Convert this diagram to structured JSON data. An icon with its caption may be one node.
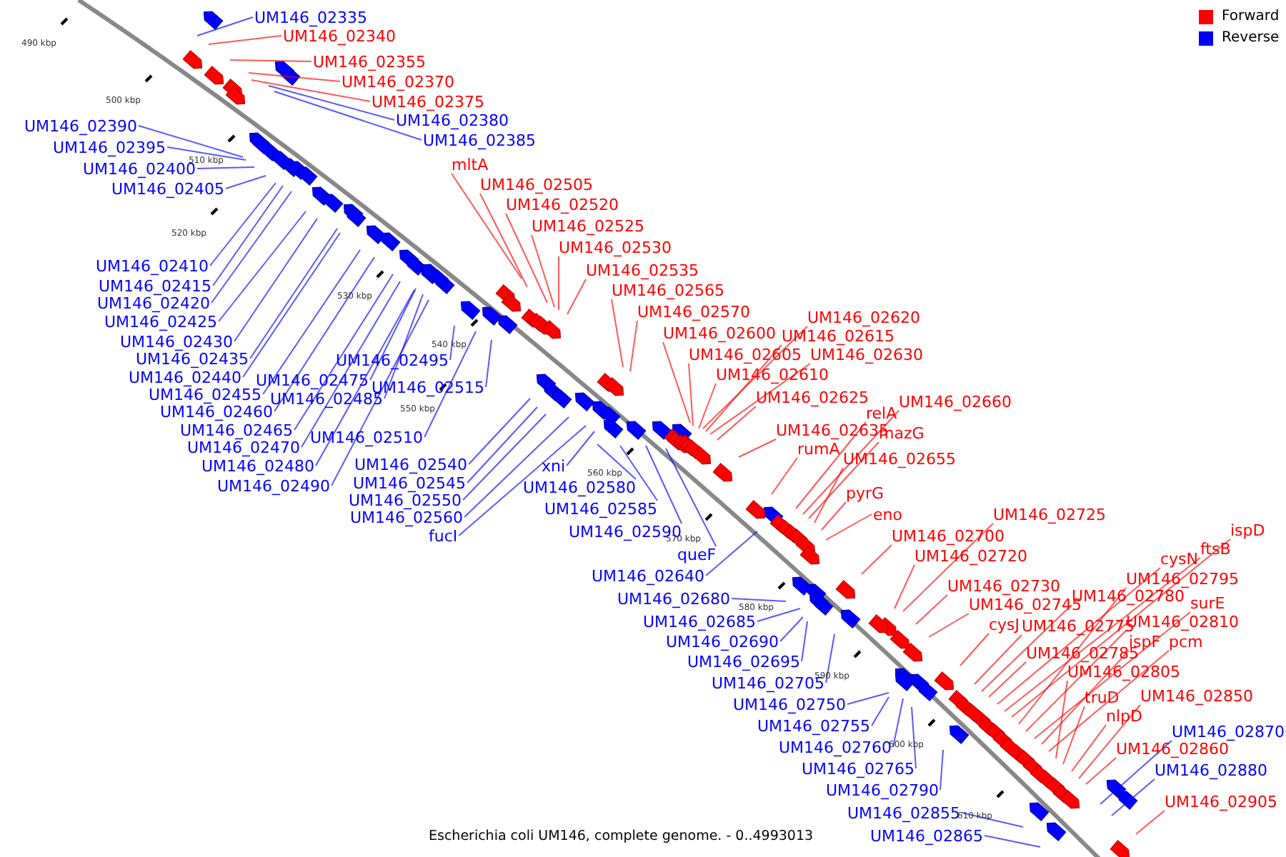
{
  "diagram": {
    "caption": "Escherichia coli UM146, complete genome. - 0..4993013",
    "nodes": [
      {
        "text": [
          "UM146_02335"
        ]
      },
      {
        "text": [
          "UM146_02340"
        ]
      },
      {
        "text": [
          "UM146_02355"
        ]
      },
      {
        "text": [
          "UM146_02370"
        ]
      },
      {
        "text": [
          "UM146_02375"
        ]
      },
      {
        "text": [
          "UM146_02380"
        ]
      },
      {
        "text": [
          "UM146_02385"
        ]
      },
      {
        "text": [
          "UM146_02390"
        ]
      },
      {
        "text": [
          "UM146_02395"
        ]
      },
      {
        "text": [
          "UM146_02400"
        ]
      },
      {
        "text": [
          "UM146_02405"
        ]
      },
      {
        "text": [
          "UM146_02410"
        ]
      },
      {
        "text": [
          "UM146_02415"
        ]
      },
      {
        "text": [
          "UM146_02420"
        ]
      },
      {
        "text": [
          "UM146_02425"
        ]
      },
      {
        "text": [
          "UM146_02430"
        ]
      },
      {
        "text": [
          "UM146_02435"
        ]
      },
      {
        "text": [
          "UM146_02440"
        ]
      },
      {
        "text": [
          "UM146_02455"
        ]
      },
      {
        "text": [
          "UM146_02460"
        ]
      },
      {
        "text": [
          "UM146_02465"
        ]
      },
      {
        "text": [
          "UM146_02470"
        ]
      },
      {
        "text": [
          "UM146_02480"
        ]
      },
      {
        "text": [
          "UM146_02490"
        ]
      },
      {
        "text": [
          "UM146_02475"
        ]
      },
      {
        "text": [
          "UM146_02485"
        ]
      },
      {
        "text": [
          "UM146_02495"
        ]
      },
      {
        "text": [
          "UM146_02510"
        ]
      },
      {
        "text": [
          "UM146_02515"
        ]
      },
      {
        "text": [
          "UM146_02540"
        ]
      },
      {
        "text": [
          "UM146_02545"
        ]
      },
      {
        "text": [
          "UM146_02550"
        ]
      },
      {
        "text": [
          "UM146_02560"
        ]
      },
      {
        "text": [
          "fucI"
        ]
      },
      {
        "text": [
          "xni"
        ]
      },
      {
        "text": [
          "UM146_02580"
        ]
      },
      {
        "text": [
          "UM146_02585"
        ]
      },
      {
        "text": [
          "UM146_02590"
        ]
      },
      {
        "text": [
          "queF"
        ]
      },
      {
        "text": [
          "UM146_02640"
        ]
      },
      {
        "text": [
          "UM146_02680"
        ]
      },
      {
        "text": [
          "UM146_02685"
        ]
      },
      {
        "text": [
          "UM146_02690"
        ]
      },
      {
        "text": [
          "UM146_02695"
        ]
      },
      {
        "text": [
          "UM146_02705"
        ]
      },
      {
        "text": [
          "UM146_02750"
        ]
      },
      {
        "text": [
          "UM146_02755"
        ]
      },
      {
        "text": [
          "UM146_02760"
        ]
      },
      {
        "text": [
          "UM146_02765"
        ]
      },
      {
        "text": [
          "UM146_02790"
        ]
      },
      {
        "text": [
          "UM146_02855"
        ]
      },
      {
        "text": [
          "UM146_02865"
        ]
      },
      {
        "text": [
          "mltA"
        ]
      },
      {
        "text": [
          "UM146_02505"
        ]
      },
      {
        "text": [
          "UM146_02520"
        ]
      },
      {
        "text": [
          "UM146_02525"
        ]
      },
      {
        "text": [
          "UM146_02530"
        ]
      },
      {
        "text": [
          "UM146_02535"
        ]
      },
      {
        "text": [
          "UM146_02565"
        ]
      },
      {
        "text": [
          "UM146_02570"
        ]
      },
      {
        "text": [
          "UM146_02600"
        ]
      },
      {
        "text": [
          "UM146_02605"
        ]
      },
      {
        "text": [
          "UM146_02610"
        ]
      },
      {
        "text": [
          "UM146_02620"
        ]
      },
      {
        "text": [
          "UM146_02615"
        ]
      },
      {
        "text": [
          "UM146_02630"
        ]
      },
      {
        "text": [
          "UM146_02625"
        ]
      },
      {
        "text": [
          "UM146_02635"
        ]
      },
      {
        "text": [
          "relA"
        ]
      },
      {
        "text": [
          "UM146_02660"
        ]
      },
      {
        "text": [
          "mazG"
        ]
      },
      {
        "text": [
          "rumA"
        ]
      },
      {
        "text": [
          "UM146_02655"
        ]
      },
      {
        "text": [
          "pyrG"
        ]
      },
      {
        "text": [
          "eno"
        ]
      },
      {
        "text": [
          "UM146_02700"
        ]
      },
      {
        "text": [
          "UM146_02725"
        ]
      },
      {
        "text": [
          "UM146_02720"
        ]
      },
      {
        "text": [
          "UM146_02730"
        ]
      },
      {
        "text": [
          "UM146_02745"
        ]
      },
      {
        "text": [
          "cysJ"
        ]
      },
      {
        "text": [
          "UM146_02775"
        ]
      },
      {
        "text": [
          "UM146_02780"
        ]
      },
      {
        "text": [
          "cysN"
        ]
      },
      {
        "text": [
          "ftsB"
        ]
      },
      {
        "text": [
          "ispD"
        ]
      },
      {
        "text": [
          "UM146_02795"
        ]
      },
      {
        "text": [
          "surE"
        ]
      },
      {
        "text": [
          "UM146_02810"
        ]
      },
      {
        "text": [
          "ispF"
        ]
      },
      {
        "text": [
          "pcm"
        ]
      },
      {
        "text": [
          "UM146_02785"
        ]
      },
      {
        "text": [
          "UM146_02805"
        ]
      },
      {
        "text": [
          "truD"
        ]
      },
      {
        "text": [
          "nlpD"
        ]
      },
      {
        "text": [
          "UM146_02850"
        ]
      },
      {
        "text": [
          "UM146_02860"
        ]
      },
      {
        "text": [
          "UM146_02870"
        ]
      },
      {
        "text": [
          "UM146_02880"
        ]
      },
      {
        "text": [
          "UM146_02905"
        ]
      }
    ],
    "edges": [
      {
        "from": 0,
        "to": null,
        "arrow": "none"
      },
      {
        "from": 1,
        "to": null,
        "arrow": "none",
        "color": "#ff0000"
      },
      {
        "from": 2,
        "to": null,
        "arrow": "none",
        "color": "#ff0000"
      },
      {
        "from": 3,
        "to": null,
        "arrow": "none",
        "color": "#ff0000"
      },
      {
        "from": 4,
        "to": null,
        "arrow": "none",
        "color": "#ff0000"
      },
      {
        "from": 5,
        "to": null,
        "arrow": "none"
      },
      {
        "from": 6,
        "to": null,
        "arrow": "none"
      },
      {
        "from": 7,
        "to": null,
        "arrow": "none"
      },
      {
        "from": 8,
        "to": null,
        "arrow": "none"
      },
      {
        "from": 9,
        "to": null,
        "arrow": "none"
      },
      {
        "from": 10,
        "to": null,
        "arrow": "none"
      },
      {
        "from": 11,
        "to": null,
        "arrow": "none"
      },
      {
        "from": 12,
        "to": null,
        "arrow": "none"
      },
      {
        "from": 13,
        "to": null,
        "arrow": "none"
      },
      {
        "from": 14,
        "to": null,
        "arrow": "none"
      },
      {
        "from": 15,
        "to": null,
        "arrow": "none"
      },
      {
        "from": 16,
        "to": null,
        "arrow": "none"
      },
      {
        "from": 17,
        "to": null,
        "arrow": "none"
      },
      {
        "from": 18,
        "to": null,
        "arrow": "none"
      },
      {
        "from": 19,
        "to": null,
        "arrow": "none"
      },
      {
        "from": 20,
        "to": null,
        "arrow": "none"
      },
      {
        "from": 21,
        "to": null,
        "arrow": "none"
      },
      {
        "from": 22,
        "to": null,
        "arrow": "none"
      },
      {
        "from": 23,
        "to": null,
        "arrow": "none"
      },
      {
        "from": 24,
        "to": null,
        "arrow": "none"
      },
      {
        "from": 25,
        "to": null,
        "arrow": "none"
      },
      {
        "from": 26,
        "to": null,
        "arrow": "none"
      },
      {
        "from": 27,
        "to": null,
        "arrow": "none"
      },
      {
        "from": 28,
        "to": null,
        "arrow": "none"
      },
      {
        "from": 29,
        "to": null,
        "arrow": "none"
      },
      {
        "from": 30,
        "to": null,
        "arrow": "none"
      },
      {
        "from": 31,
        "to": null,
        "arrow": "none"
      },
      {
        "from": 32,
        "to": null,
        "arrow": "none"
      },
      {
        "from": 33,
        "to": null,
        "arrow": "none"
      },
      {
        "from": 34,
        "to": null,
        "arrow": "none"
      },
      {
        "from": 35,
        "to": null,
        "arrow": "none"
      },
      {
        "from": 36,
        "to": null,
        "arrow": "none"
      },
      {
        "from": 37,
        "to": null,
        "arrow": "none"
      },
      {
        "from": 38,
        "to": null,
        "arrow": "none"
      },
      {
        "from": 39,
        "to": null,
        "arrow": "none"
      },
      {
        "from": 40,
        "to": null,
        "arrow": "none"
      },
      {
        "from": 41,
        "to": null,
        "arrow": "none"
      },
      {
        "from": 42,
        "to": null,
        "arrow": "none"
      },
      {
        "from": 43,
        "to": null,
        "arrow": "none"
      },
      {
        "from": 44,
        "to": null,
        "arrow": "none"
      },
      {
        "from": 45,
        "to": null,
        "arrow": "none"
      },
      {
        "from": 46,
        "to": null,
        "arrow": "none"
      },
      {
        "from": 47,
        "to": null,
        "arrow": "none"
      },
      {
        "from": 48,
        "to": null,
        "arrow": "none"
      },
      {
        "from": 49,
        "to": null,
        "arrow": "none"
      },
      {
        "from": 50,
        "to": null,
        "arrow": "none"
      },
      {
        "from": 51,
        "to": null,
        "arrow": "none"
      },
      {
        "from": 52,
        "to": null,
        "arrow": "none",
        "color": "#ff0000"
      },
      {
        "from": 53,
        "to": null,
        "arrow": "none",
        "color": "#ff0000"
      },
      {
        "from": 54,
        "to": null,
        "arrow": "none",
        "color": "#ff0000"
      },
      {
        "from": 55,
        "to": null,
        "arrow": "none",
        "color": "#ff0000"
      },
      {
        "from": 56,
        "to": null,
        "arrow": "none",
        "color": "#ff0000"
      },
      {
        "from": 57,
        "to": null,
        "arrow": "none",
        "color": "#ff0000"
      },
      {
        "from": 58,
        "to": null,
        "arrow": "none",
        "color": "#ff0000"
      },
      {
        "from": 59,
        "to": null,
        "arrow": "none",
        "color": "#ff0000"
      },
      {
        "from": 60,
        "to": null,
        "arrow": "none",
        "color": "#ff0000"
      },
      {
        "from": 61,
        "to": null,
        "arrow": "none",
        "color": "#ff0000"
      },
      {
        "from": 62,
        "to": null,
        "arrow": "none",
        "color": "#ff0000"
      },
      {
        "from": 63,
        "to": null,
        "arrow": "none",
        "color": "#ff0000"
      },
      {
        "from": 64,
        "to": null,
        "arrow": "none",
        "color": "#ff0000"
      },
      {
        "from": 65,
        "to": null,
        "arrow": "none",
        "color": "#ff0000"
      },
      {
        "from": 66,
        "to": null,
        "arrow": "none",
        "color": "#ff0000"
      },
      {
        "from": 67,
        "to": null,
        "arrow": "none",
        "color": "#ff0000"
      },
      {
        "from": 68,
        "to": null,
        "arrow": "none",
        "color": "#ff0000"
      },
      {
        "from": 69,
        "to": null,
        "arrow": "none",
        "color": "#ff0000"
      },
      {
        "from": 70,
        "to": null,
        "arrow": "none",
        "color": "#ff0000"
      },
      {
        "from": 71,
        "to": null,
        "arrow": "none",
        "color": "#ff0000"
      },
      {
        "from": 72,
        "to": null,
        "arrow": "none",
        "color": "#ff0000"
      },
      {
        "from": 73,
        "to": null,
        "arrow": "none",
        "color": "#ff0000"
      },
      {
        "from": 74,
        "to": null,
        "arrow": "none",
        "color": "#ff0000"
      },
      {
        "from": 75,
        "to": null,
        "arrow": "none",
        "color": "#ff0000"
      },
      {
        "from": 76,
        "to": null,
        "arrow": "none",
        "color": "#ff0000"
      },
      {
        "from": 77,
        "to": null,
        "arrow": "none",
        "color": "#ff0000"
      },
      {
        "from": 78,
        "to": null,
        "arrow": "none",
        "color": "#ff0000"
      },
      {
        "from": 79,
        "to": null,
        "arrow": "none",
        "color": "#ff0000"
      },
      {
        "from": 80,
        "to": null,
        "arrow": "none",
        "color": "#ff0000"
      },
      {
        "from": 81,
        "to": null,
        "arrow": "none",
        "color": "#ff0000"
      },
      {
        "from": 82,
        "to": null,
        "arrow": "none",
        "color": "#ff0000"
      },
      {
        "from": 83,
        "to": null,
        "arrow": "none",
        "color": "#ff0000"
      },
      {
        "from": 84,
        "to": null,
        "arrow": "none",
        "color": "#ff0000"
      },
      {
        "from": 85,
        "to": null,
        "arrow": "none",
        "color": "#ff0000"
      },
      {
        "from": 86,
        "to": null,
        "arrow": "none",
        "color": "#ff0000"
      },
      {
        "from": 87,
        "to": null,
        "arrow": "none",
        "color": "#ff0000"
      },
      {
        "from": 88,
        "to": null,
        "arrow": "none",
        "color": "#ff0000"
      },
      {
        "from": 89,
        "to": null,
        "arrow": "none",
        "color": "#ff0000"
      },
      {
        "from": 90,
        "to": null,
        "arrow": "none",
        "color": "#ff0000"
      },
      {
        "from": 91,
        "to": null,
        "arrow": "none",
        "color": "#ff0000"
      },
      {
        "from": 92,
        "to": null,
        "arrow": "none",
        "color": "#ff0000"
      },
      {
        "from": 93,
        "to": null,
        "arrow": "none",
        "color": "#ff0000"
      },
      {
        "from": 94,
        "to": null,
        "arrow": "none",
        "color": "#ff0000"
      },
      {
        "from": 95,
        "to": null,
        "arrow": "none",
        "color": "#ff0000"
      },
      {
        "from": 96,
        "to": null,
        "arrow": "none",
        "color": "#ff0000"
      },
      {
        "from": 97,
        "to": null,
        "arrow": "none"
      },
      {
        "from": 98,
        "to": null,
        "arrow": "none"
      },
      {
        "from": 99,
        "to": null,
        "arrow": "none",
        "color": "#ff0000"
      }
    ],
    "labels": [
      "490 kbp",
      "500 kbp",
      "510 kbp",
      "520 kbp",
      "530 kbp",
      "540 kbp",
      "550 kbp",
      "560 kbp",
      "570 kbp",
      "580 kbp",
      "590 kbp",
      "600 kbp",
      "610 kbp"
    ],
    "legend": [
      {
        "text": "Forward",
        "color": "#ff0000"
      },
      {
        "text": "Reverse",
        "color": "#0000ff"
      }
    ]
  }
}
